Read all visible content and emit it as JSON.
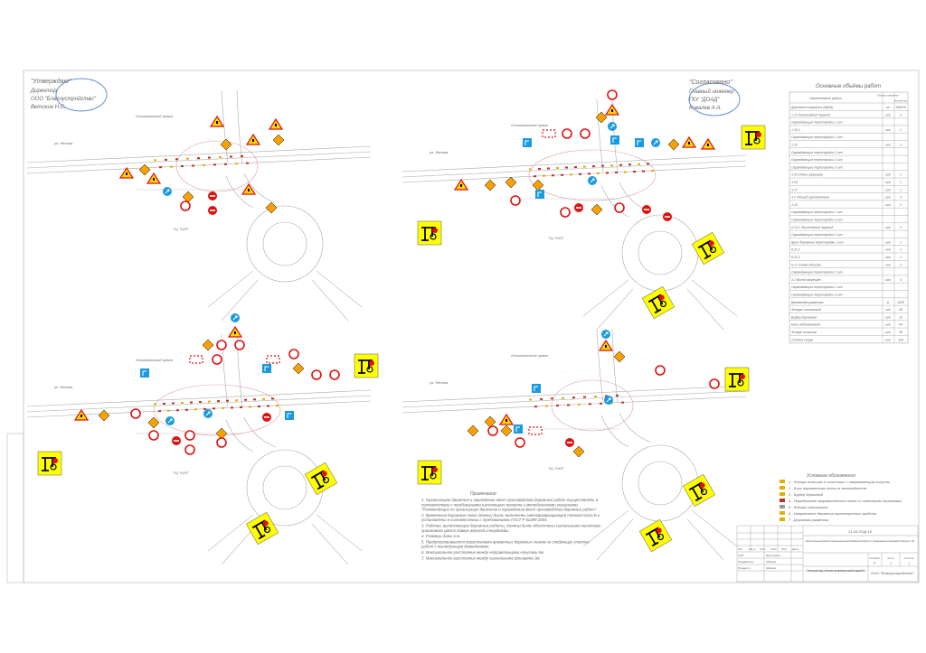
{
  "stamps": {
    "left": [
      "\"Утверждаю\"",
      "Директор",
      "ООО \"Благоустройство\"",
      "Ветохин Н.С."
    ],
    "right": [
      "\"Согласовано\"",
      "Главный инженер",
      "ГКУ \"ДОАД\"",
      "Ковалев А.А."
    ]
  },
  "labels": {
    "mall": "ТЦ \"ХХЛ\"",
    "stop": "Остановочный пункт",
    "road": "ул. Ленина"
  },
  "volumes": {
    "title": "Основные объёмы работ",
    "headers": [
      "Наименование работ",
      "Единица измерения",
      "Количество"
    ],
    "rows": [
      [
        "Дорожное покрытие (ЩМА)",
        "м²",
        "15/8/10"
      ],
      [
        "1.22 Пешеходный переход",
        "шт",
        "2"
      ],
      [
        "Ограждающие перестройки 1 шт",
        "",
        ""
      ],
      [
        "1.25.1",
        "шт",
        "2"
      ],
      [
        "Ограждающие перестройки 1 шт",
        "",
        ""
      ],
      [
        "1.25",
        "шт",
        "2"
      ],
      [
        "Ограждающие перестройки 2 шт",
        "",
        ""
      ],
      [
        "Ограждающие перестройки 2 шт",
        "",
        ""
      ],
      [
        "Ограждающие перестройки 3 шт",
        "",
        ""
      ],
      [
        "3.20 Обгон запрещён",
        "шт",
        "1"
      ],
      [
        "3.24",
        "шт",
        "1"
      ],
      [
        "3.27",
        "шт",
        "1"
      ],
      [
        "4.2 Объезд препятствия",
        "шт",
        "4"
      ],
      [
        "3.25",
        "шт",
        "1"
      ],
      [
        "Ограждающие перестройки 2 шт",
        "",
        ""
      ],
      [
        "Ограждающие перестройки 3 шт",
        "",
        ""
      ],
      [
        "5.19.1 Пешеходный переход",
        "шт",
        "2"
      ],
      [
        "Ограждающие перестройки 1 шт",
        "",
        ""
      ],
      [
        "Щит дорожные перестройки 1 шт",
        "шт",
        "1"
      ],
      [
        "8.22.1",
        "шт",
        "1"
      ],
      [
        "8.22.2",
        "шт",
        "1"
      ],
      [
        "6.17 Схема объезда",
        "шт",
        "2"
      ],
      [
        "Ограждающие перестройки 1 шт",
        "",
        ""
      ],
      [
        "3.1 Въезд запрещён",
        "шт",
        "4"
      ],
      [
        "Ограждающие перестройки 2 шт",
        "",
        ""
      ],
      [
        "Ограждающие перестройки 3 шт",
        "",
        ""
      ],
      [
        "Временная разметка",
        "м",
        "1020"
      ],
      [
        "Фонарь сигнальный",
        "шт",
        "40"
      ],
      [
        "Буфер дорожный",
        "шт",
        "12"
      ],
      [
        "Блок водоналивной",
        "шт",
        "64"
      ],
      [
        "Фонарь вспышка",
        "шт",
        "18"
      ],
      [
        "Стойка опоры",
        "шт",
        "128"
      ]
    ]
  },
  "notes": {
    "title": "Примечания",
    "items": [
      "1. Организацию движения и ограждение мест производства дорожных работ осуществлять в соответствии с требованиями настоящего проекта и методическими указаниями \"Рекомендации по организации движения и ограждению мест производства дорожных работ\".",
      "2. Временные дорожные знаки должны быть выполнены световозвращающей плёнкой типа Б и установлены в соответствии с требованиями ГОСТ Р 52289-2004.",
      "3. Рабочие, выполняющие дорожные работы, должны быть обеспечены сигнальными жилетами оранжевого цвета поверх верхней спецодежды.",
      "4. Размеры даны в м.",
      "5. Предусматривается перестановка временных дорожных знаков на следующие участки работ с последующим демонтажем.",
      "6. Максимальное расстояние между направляющими конусами 6м.",
      "7. Максимальное расстояние между сигнальными фонарями 3м."
    ]
  },
  "legend": {
    "title": "Условные обозначения",
    "items": [
      "1 - Фонарь вспышка в сочетании с направляющим конусом",
      "2 - Блок парапетного типа из железобетона",
      "3 - Буфер дорожный",
      "4 - Передвижное заградительное звено со световыми мигалками",
      "5 - Фонарь сигнальный",
      "6 - Направление движения транспортных средств",
      "7 - Дорожная разметка"
    ]
  },
  "title_block": {
    "code": "21-04-ПОД-18",
    "project": "Капитальный ремонт пересечения автомобильной дороги с примыканием подъездной дороги к ТЦ",
    "sheet_name": "Схема организации движения на время производства работ",
    "stage": "Р",
    "sheet": "1",
    "sheets": "1",
    "company": "ООО \"Благоустройство\"",
    "roles": [
      "Изм.",
      "Кол.уч",
      "Лист",
      "№док",
      "Подп.",
      "Дата"
    ],
    "people": [
      [
        "ГИП",
        "Бахтияров"
      ],
      [
        "Разработал",
        "Жданов"
      ],
      [
        "Проверил",
        "Жданов"
      ]
    ],
    "cols": [
      "Стадия",
      "Лист",
      "Листов"
    ]
  },
  "colors": {
    "sign_yellow": "#ffff00",
    "sign_blue": "#1a9be0",
    "sign_red": "#e01010",
    "line": "#aaaaaa"
  }
}
